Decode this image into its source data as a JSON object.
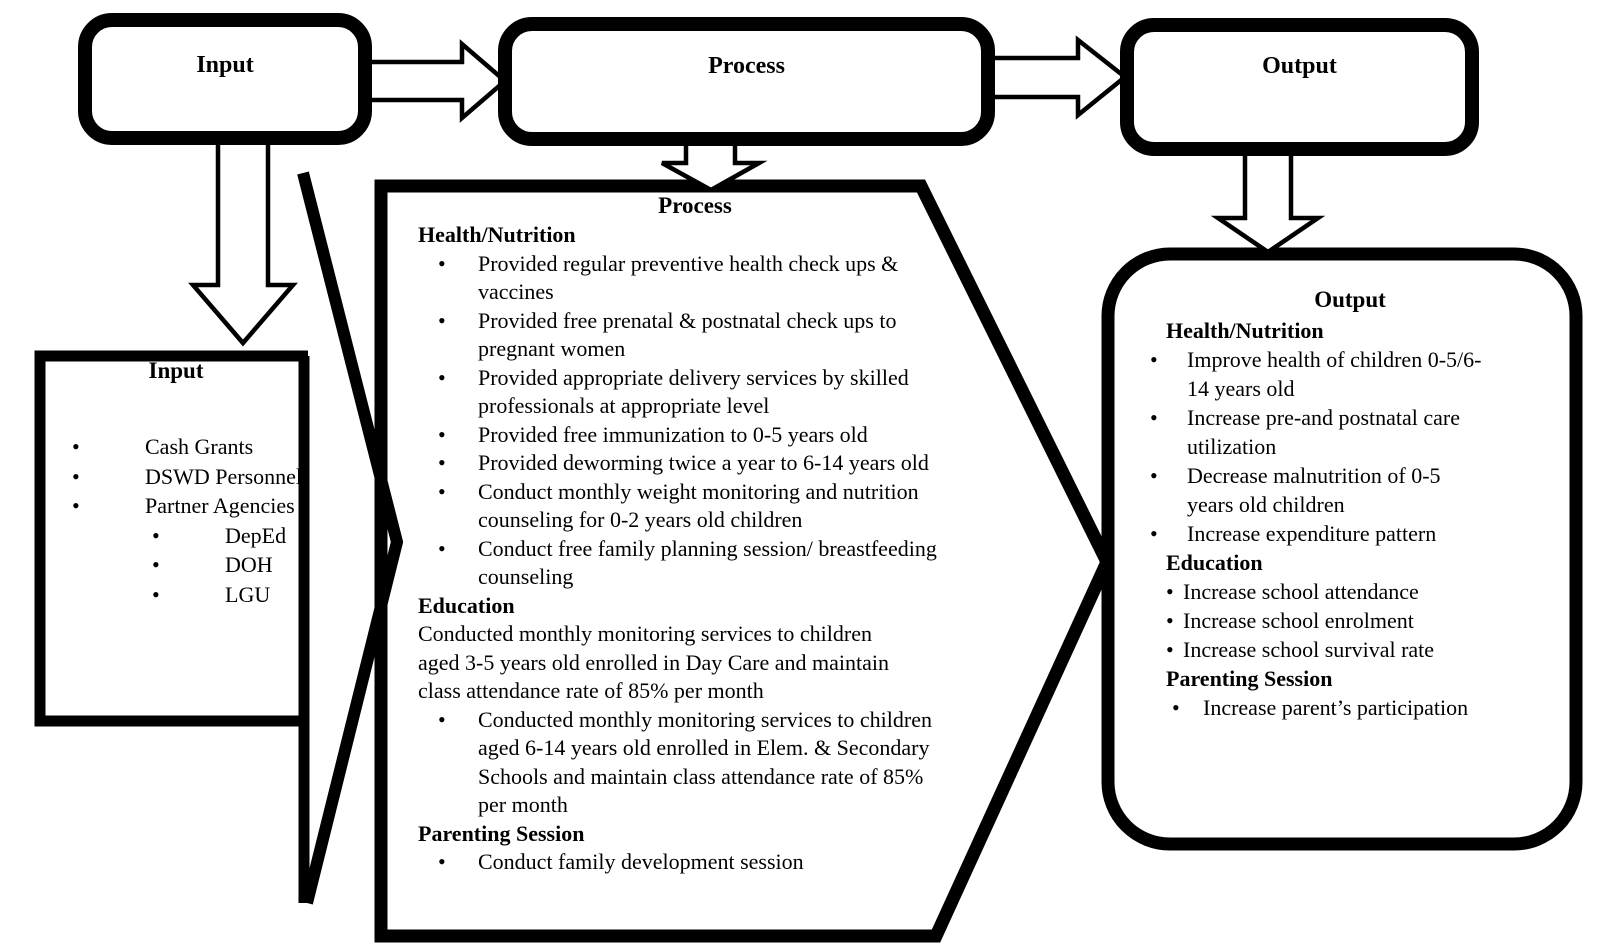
{
  "top_row": {
    "input_label": "Input",
    "process_label": "Process",
    "output_label": "Output"
  },
  "input_panel": {
    "title": "Input",
    "blocks": [
      {
        "style": "bullet-tab",
        "text": "Cash Grants"
      },
      {
        "style": "bullet-tab",
        "text": "DSWD Personnel"
      },
      {
        "style": "bullet-tab",
        "text": "Partner Agencies"
      },
      {
        "style": "bullet-sub",
        "text": "DepEd"
      },
      {
        "style": "bullet-sub",
        "text": "DOH"
      },
      {
        "style": "bullet-sub",
        "text": "LGU"
      }
    ]
  },
  "process_panel": {
    "title": "Process",
    "blocks": [
      {
        "style": "heading",
        "text": "Health/Nutrition"
      },
      {
        "style": "bullet",
        "text": "Provided regular preventive health check ups &\nvaccines"
      },
      {
        "style": "bullet",
        "text": "Provided free prenatal & postnatal check ups to\npregnant women"
      },
      {
        "style": "bullet",
        "text": "Provided appropriate delivery services by skilled\nprofessionals at appropriate level"
      },
      {
        "style": "bullet",
        "text": "Provided free immunization to 0-5 years old"
      },
      {
        "style": "bullet",
        "text": "Provided deworming twice a year to 6-14 years old"
      },
      {
        "style": "bullet",
        "text": "Conduct monthly weight monitoring and nutrition\ncounseling for 0-2 years old children"
      },
      {
        "style": "bullet",
        "text": "Conduct free family planning session/ breastfeeding\ncounseling"
      },
      {
        "style": "heading",
        "text": "Education"
      },
      {
        "style": "para",
        "text": "Conducted monthly monitoring services to children\naged 3-5 years old enrolled in Day Care and maintain\nclass attendance rate of 85% per month"
      },
      {
        "style": "bullet",
        "text": "Conducted monthly monitoring services to children\naged 6-14 years old enrolled in Elem. & Secondary\nSchools and maintain class attendance rate of 85%\nper month"
      },
      {
        "style": "heading",
        "text": "Parenting Session"
      },
      {
        "style": "bullet",
        "text": "Conduct family development session"
      }
    ]
  },
  "output_panel": {
    "title": "Output",
    "blocks": [
      {
        "style": "heading",
        "text": "Health/Nutrition"
      },
      {
        "style": "bullet",
        "text": "Improve health of children 0-5/6-\n14 years old"
      },
      {
        "style": "bullet",
        "text": "Increase pre-and postnatal care\nutilization"
      },
      {
        "style": "bullet",
        "text": "Decrease malnutrition of 0-5\nyears old children"
      },
      {
        "style": "bullet",
        "text": "Increase expenditure pattern"
      },
      {
        "style": "heading",
        "text": "Education"
      },
      {
        "style": "bullet-tight",
        "text": "Increase school attendance"
      },
      {
        "style": "bullet-tight",
        "text": "Increase school enrolment"
      },
      {
        "style": "bullet-tight",
        "text": "Increase school survival rate"
      },
      {
        "style": "heading",
        "text": "Parenting Session"
      },
      {
        "style": "bullet-mid",
        "text": "Increase parent’s participation"
      }
    ]
  },
  "colors": {
    "ink": "#000000",
    "paper": "#ffffff"
  }
}
